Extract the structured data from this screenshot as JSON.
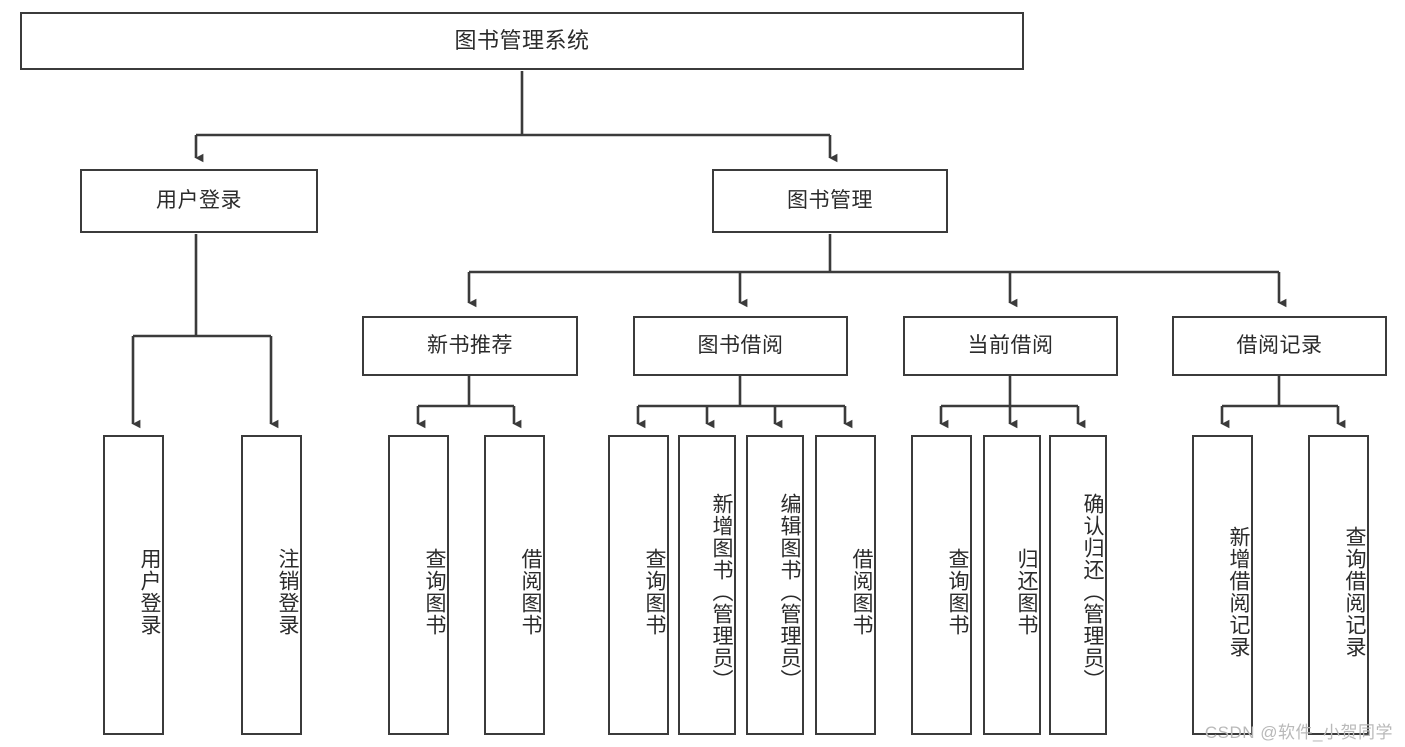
{
  "diagram": {
    "title": "图书管理系统",
    "type": "hierarchy-tree",
    "root": {
      "label": "图书管理系统"
    },
    "level2": [
      {
        "label": "用户登录"
      },
      {
        "label": "图书管理"
      }
    ],
    "level3": [
      {
        "label": "新书推荐"
      },
      {
        "label": "图书借阅"
      },
      {
        "label": "当前借阅"
      },
      {
        "label": "借阅记录"
      }
    ],
    "leaves": {
      "user_login": [
        {
          "label": "用户登录"
        },
        {
          "label": "注销登录"
        }
      ],
      "new_book_recommend": [
        {
          "label": "查询图书"
        },
        {
          "label": "借阅图书"
        }
      ],
      "book_borrow": [
        {
          "label": "查询图书"
        },
        {
          "label": "新增图书（管理员）"
        },
        {
          "label": "编辑图书（管理员）"
        },
        {
          "label": "借阅图书"
        }
      ],
      "current_borrow": [
        {
          "label": "查询图书"
        },
        {
          "label": "归还图书"
        },
        {
          "label": "确认归还（管理员）"
        }
      ],
      "borrow_record": [
        {
          "label": "新增借阅记录"
        },
        {
          "label": "查询借阅记录"
        }
      ]
    }
  },
  "watermark": {
    "text": "CSDN @软件_小贺同学"
  },
  "colors": {
    "stroke": "#3b3b3b",
    "text": "#2b2b2b",
    "background": "#ffffff",
    "watermark": "#b9b9b9"
  }
}
